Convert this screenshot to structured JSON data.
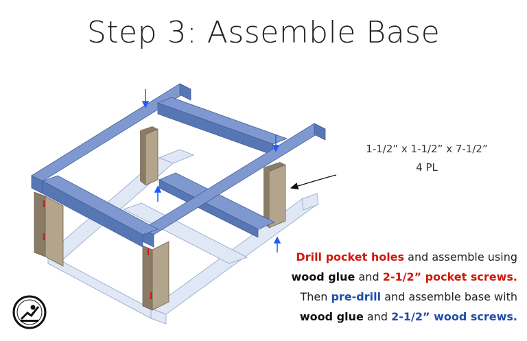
{
  "title": "Step 3: Assemble Base",
  "dimension": {
    "size": "1-1/2” x 1-1/2” x 7-1/2”",
    "quantity": "4 PL"
  },
  "notes": {
    "line1": {
      "a": "Drill pocket holes",
      "b": " and assemble using"
    },
    "line2": {
      "a": "wood glue",
      "b": " and ",
      "c": "2-1/2” pocket screws."
    },
    "line3": {
      "a": "Then ",
      "b": "pre-drill",
      "c": " and assemble base with"
    },
    "line4": {
      "a": "wood glue",
      "b": " and ",
      "c": "2-1/2” wood screws."
    }
  },
  "colors": {
    "board_top": "#7f98cf",
    "board_side": "#5777b4",
    "board_dark": "#3f5e9c",
    "leg_wood": "#b3a48c",
    "leg_dark": "#8a7b66",
    "ghost": "#dbe4f4",
    "pocket_red": "#d0190d",
    "screw_blue": "#1a5cff"
  },
  "icons": {
    "logo": "woodworker-logo-icon"
  }
}
